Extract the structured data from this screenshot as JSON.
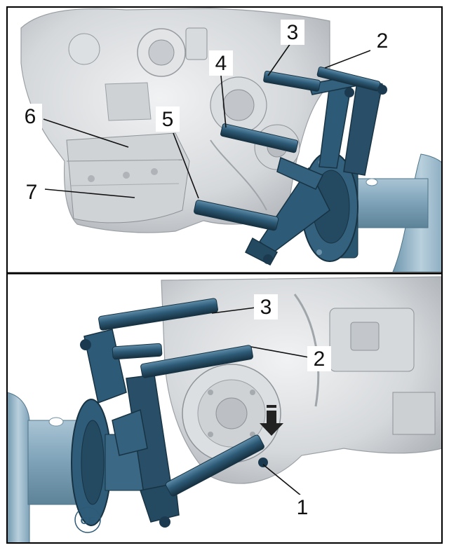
{
  "colors": {
    "background": "#ffffff",
    "frame": "#000000",
    "engine_light": "#e4e6e8",
    "engine_mid": "#c4c8cc",
    "engine_dark": "#8e9398",
    "tool_blue": "#2d5a76",
    "tool_blue_dark": "#1b3a4f",
    "tool_blue_light": "#5f8eaa",
    "housing": "#8fb2c6",
    "housing_light": "#b9d0dd",
    "arrow": "#222222"
  },
  "top_panel": {
    "callouts": [
      "2",
      "3",
      "4",
      "5",
      "6",
      "7"
    ]
  },
  "bottom_panel": {
    "callouts": [
      "1",
      "2",
      "3"
    ],
    "badge": "CE"
  }
}
